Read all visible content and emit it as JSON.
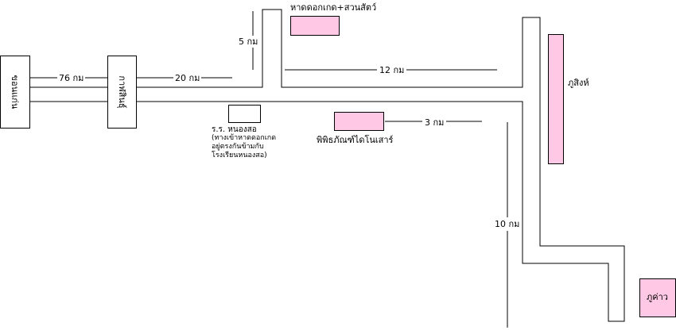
{
  "colors": {
    "attraction_fill": "#ffc8e4",
    "road_stroke": "#000000"
  },
  "cities": {
    "khon_kaen": "ขอนแก่น",
    "kalasin": "กาฬสินธุ์"
  },
  "places": {
    "beach_zoo": "หาดดอกเกด+สวนสัตว์",
    "phu_sing": "ภูสิงห์",
    "phu_kao": "ภูค่าว",
    "museum": "พิพิธภัณฑ์ไดโนเสาร์",
    "school": "ร.ร. หนองสอ"
  },
  "school_note": [
    "(ทางเข้าหาดดอกเกด",
    "อยู่ตรงกันข้ามกับ",
    "โรงเรียนหนองสอ)"
  ],
  "distances": {
    "d76": "76 กม",
    "d20": "20 กม",
    "d5": "5 กม",
    "d12": "12 กม",
    "d3": "3 กม",
    "d10": "10 กม"
  }
}
